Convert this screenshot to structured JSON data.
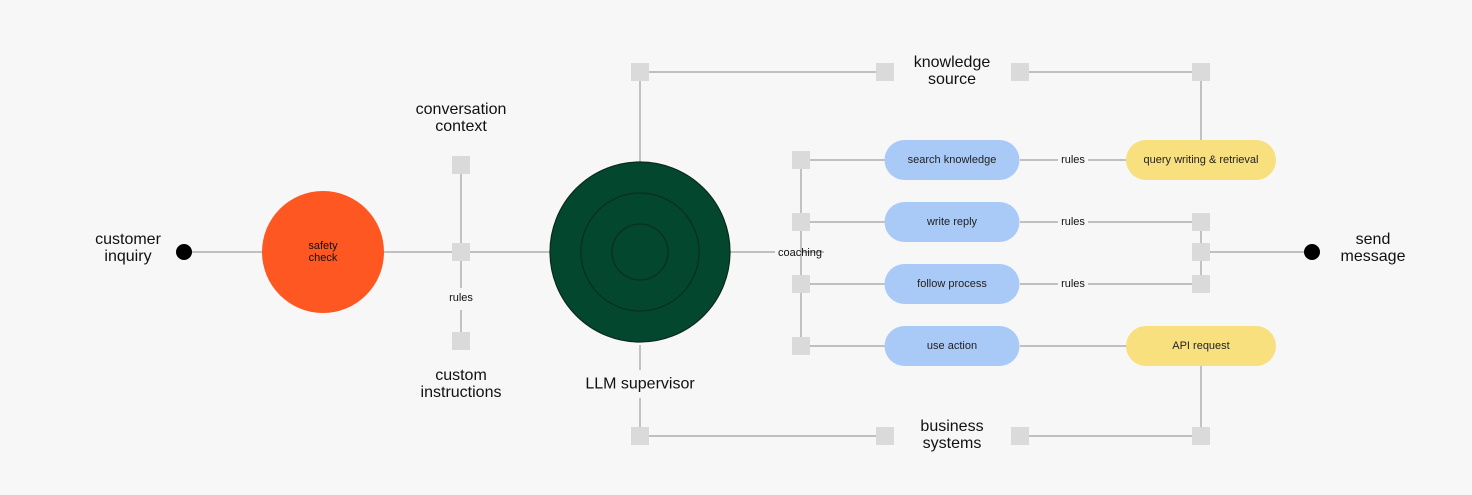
{
  "endpoints": {
    "input_label": "customer\ninquiry",
    "output_label": "send\nmessage"
  },
  "safety": {
    "label": "safety\ncheck",
    "color": "#fe5722"
  },
  "context": {
    "top_label": "conversation\ncontext",
    "bottom_label": "custom\ninstructions",
    "rules_label": "rules"
  },
  "supervisor": {
    "label": "LLM supervisor",
    "color": "#03472f",
    "coaching_label": "coaching"
  },
  "sources": {
    "knowledge_label": "knowledge\nsource",
    "business_label": "business\nsystems"
  },
  "actions": [
    {
      "label": "search knowledge",
      "connector": "rules",
      "target": "query writing & retrieval"
    },
    {
      "label": "write reply",
      "connector": "rules",
      "target": ""
    },
    {
      "label": "follow process",
      "connector": "rules",
      "target": ""
    },
    {
      "label": "use action",
      "connector": "",
      "target": "API request"
    }
  ],
  "colors": {
    "action_pill": "#a9c9f6",
    "target_pill": "#f8e07e",
    "node_square": "#dadada",
    "wire": "#a0a0a0",
    "dot": "#000000"
  }
}
